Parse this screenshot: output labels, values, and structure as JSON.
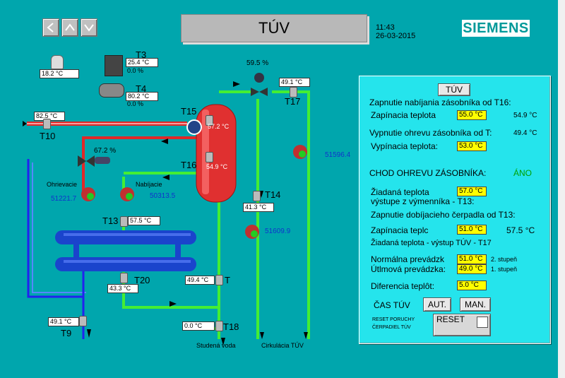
{
  "header": {
    "title": "TÚV",
    "time": "11:43",
    "date": "26-03-2015",
    "brand": "SIEMENS"
  },
  "colors": {
    "background": "#00a6ad",
    "panel": "#25e4ec",
    "brand": "#009999",
    "pipe_green": "#44ee33",
    "pipe_red": "#e02828",
    "pipe_blue": "#2222ee"
  },
  "icons": {
    "nav_back": "back-arrow-icon",
    "nav_up": "up-arrow-icon",
    "nav_down": "down-arrow-icon"
  },
  "outdoor": {
    "temp": "18.2 °C"
  },
  "t3": {
    "label": "T3",
    "temp": "25.4 °C",
    "pct": "0.0 %"
  },
  "t4": {
    "label": "T4",
    "temp": "80.2 °C",
    "pct": "0.0 %"
  },
  "valve_top": {
    "pct": "59.5 %"
  },
  "t17": {
    "label": "T17",
    "temp": "49.1 °C"
  },
  "t10": {
    "label": "T10",
    "temp": "82.5 °C"
  },
  "t15": {
    "label": "T15",
    "temp": "57.2 °C"
  },
  "t16": {
    "label": "T16",
    "temp": "54.9 °C"
  },
  "valve_mix": {
    "pct": "67.2 %"
  },
  "pump_right": {
    "hours": "51596.4"
  },
  "pump_heat": {
    "label": "Ohrievacie",
    "hours": "51221.7"
  },
  "pump_charge": {
    "label": "Nabíjacie",
    "hours": "50313.5"
  },
  "t14": {
    "label": "T14",
    "temp": "41.3 °C"
  },
  "pump_circ": {
    "hours": "51609.9"
  },
  "t13": {
    "label": "T13",
    "temp": "57.5 °C"
  },
  "t20": {
    "label": "T20",
    "temp": "43.3 °C"
  },
  "t_cold": {
    "label": "T",
    "temp": "49.4 °C"
  },
  "t9": {
    "label": "T9",
    "temp": "49.1 °C"
  },
  "t18": {
    "label": "T18",
    "temp": "0.0 °C"
  },
  "bottom": {
    "cold_water": "Studená voda",
    "circulation": "Cirkulácia TÚV"
  },
  "panel": {
    "tuv_button": "TÚV",
    "charge_title": "Zapnutie nabíjania zásobníka od T16:",
    "on_temp_label": "Zapínacia teplota",
    "on_temp_value": "55.0 °C",
    "on_temp_actual": "54.9 °C",
    "off_title": "Vypnutie ohrevu zásobníka od T:",
    "off_actual": "49.4 °C",
    "off_temp_label": "Vypínacia teplota:",
    "off_temp_value": "53.0 °C",
    "heating_label": "CHOD OHREVU ZÁSOBNÍKA:",
    "heating_value": "ÁNO",
    "req_label_1": "Žiadaná teplota",
    "req_label_2": "výstupe z výmenníka - T13:",
    "req_value": "57.0 °C",
    "pump_title": "Zapnutie dobíjacieho čerpadla od T13:",
    "pump_on_label": "Zapínacia teplc",
    "pump_on_value": "51.0 °C",
    "pump_on_actual": "57.5 °C",
    "out_label": "Žiadaná teplota - výstup TÚV - T17",
    "normal_label": "Normálna prevádzk",
    "normal_value": "51.0 °C",
    "normal_stage": "2. stupeň",
    "reduced_label": "Útlmová prevádzka:",
    "reduced_value": "49.0 °C",
    "reduced_stage": "1. stupeň",
    "diff_label": "Diferencia teplôt:",
    "diff_value": "5.0 °C",
    "time_label": "ČAS TÚV",
    "auto_button": "AUT.",
    "manual_button": "MAN.",
    "reset_label_1": "RESET PORUCHY",
    "reset_label_2": "ČERPADIEL TÚV",
    "reset_button": "RESET"
  }
}
